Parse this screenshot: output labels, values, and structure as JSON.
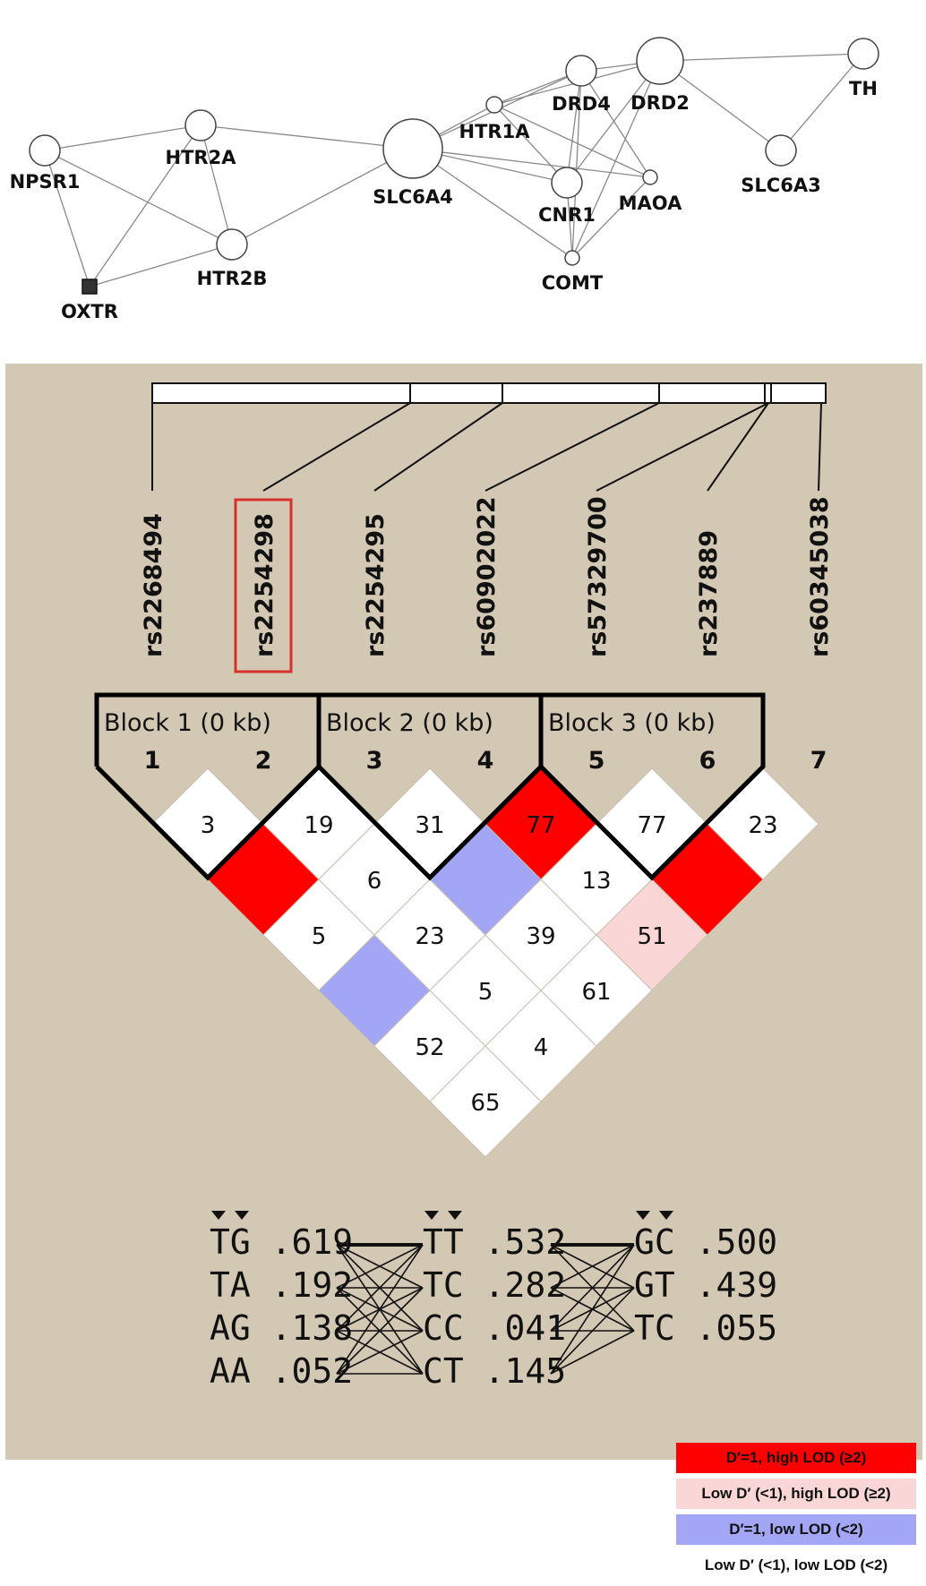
{
  "network": {
    "nodes": [
      {
        "id": "NPSR1",
        "label": "NPSR1"
      },
      {
        "id": "HTR2A",
        "label": "HTR2A"
      },
      {
        "id": "HTR2B",
        "label": "HTR2B"
      },
      {
        "id": "OXTR",
        "label": "OXTR"
      },
      {
        "id": "SLC6A4",
        "label": "SLC6A4"
      },
      {
        "id": "HTR1A",
        "label": "HTR1A"
      },
      {
        "id": "DRD4",
        "label": "DRD4"
      },
      {
        "id": "DRD2",
        "label": "DRD2"
      },
      {
        "id": "TH",
        "label": "TH"
      },
      {
        "id": "SLC6A3",
        "label": "SLC6A3"
      },
      {
        "id": "CNR1",
        "label": "CNR1"
      },
      {
        "id": "MAOA",
        "label": "MAOA"
      },
      {
        "id": "COMT",
        "label": "COMT"
      }
    ],
    "edges": [
      [
        "NPSR1",
        "HTR2A"
      ],
      [
        "NPSR1",
        "HTR2B"
      ],
      [
        "NPSR1",
        "OXTR"
      ],
      [
        "HTR2A",
        "OXTR"
      ],
      [
        "HTR2A",
        "HTR2B"
      ],
      [
        "HTR2A",
        "SLC6A4"
      ],
      [
        "OXTR",
        "HTR2B"
      ],
      [
        "HTR2B",
        "SLC6A4"
      ],
      [
        "SLC6A4",
        "HTR1A"
      ],
      [
        "SLC6A4",
        "CNR1"
      ],
      [
        "SLC6A4",
        "MAOA"
      ],
      [
        "SLC6A4",
        "COMT"
      ],
      [
        "HTR1A",
        "DRD4"
      ],
      [
        "HTR1A",
        "DRD2"
      ],
      [
        "HTR1A",
        "CNR1"
      ],
      [
        "HTR1A",
        "MAOA"
      ],
      [
        "DRD4",
        "DRD2"
      ],
      [
        "DRD4",
        "CNR1"
      ],
      [
        "DRD4",
        "COMT"
      ],
      [
        "DRD4",
        "MAOA"
      ],
      [
        "DRD2",
        "CNR1"
      ],
      [
        "DRD2",
        "COMT"
      ],
      [
        "DRD2",
        "TH"
      ],
      [
        "DRD2",
        "SLC6A3"
      ],
      [
        "TH",
        "SLC6A3"
      ],
      [
        "CNR1",
        "COMT"
      ],
      [
        "MAOA",
        "COMT"
      ],
      [
        "DRD4",
        "SLC6A4"
      ]
    ]
  },
  "snps": [
    "rs2268494",
    "rs2254298",
    "rs2254295",
    "rs60902022",
    "rs57329700",
    "rs237889",
    "rs60345038"
  ],
  "highlighted_snp": "rs2254298",
  "blocks": [
    {
      "label": "Block 1 (0 kb)"
    },
    {
      "label": "Block 2 (0 kb)"
    },
    {
      "label": "Block 3 (0 kb)"
    }
  ],
  "marker_indices": [
    "1",
    "2",
    "3",
    "4",
    "5",
    "6",
    "7"
  ],
  "ld_cells": [
    {
      "i": 1,
      "j": 2,
      "value": "3",
      "class": "white"
    },
    {
      "i": 1,
      "j": 3,
      "value": "",
      "class": "red"
    },
    {
      "i": 2,
      "j": 3,
      "value": "19",
      "class": "white"
    },
    {
      "i": 1,
      "j": 4,
      "value": "5",
      "class": "white"
    },
    {
      "i": 2,
      "j": 4,
      "value": "6",
      "class": "white"
    },
    {
      "i": 3,
      "j": 4,
      "value": "31",
      "class": "white"
    },
    {
      "i": 1,
      "j": 5,
      "value": "",
      "class": "blue"
    },
    {
      "i": 2,
      "j": 5,
      "value": "23",
      "class": "white"
    },
    {
      "i": 3,
      "j": 5,
      "value": "",
      "class": "blue"
    },
    {
      "i": 4,
      "j": 5,
      "value": "77",
      "class": "red"
    },
    {
      "i": 1,
      "j": 6,
      "value": "52",
      "class": "white"
    },
    {
      "i": 2,
      "j": 6,
      "value": "5",
      "class": "white"
    },
    {
      "i": 3,
      "j": 6,
      "value": "39",
      "class": "white"
    },
    {
      "i": 4,
      "j": 6,
      "value": "13",
      "class": "white"
    },
    {
      "i": 5,
      "j": 6,
      "value": "77",
      "class": "white"
    },
    {
      "i": 1,
      "j": 7,
      "value": "65",
      "class": "white"
    },
    {
      "i": 2,
      "j": 7,
      "value": "4",
      "class": "white"
    },
    {
      "i": 3,
      "j": 7,
      "value": "61",
      "class": "white"
    },
    {
      "i": 4,
      "j": 7,
      "value": "51",
      "class": "pink"
    },
    {
      "i": 5,
      "j": 7,
      "value": "",
      "class": "red"
    },
    {
      "i": 6,
      "j": 7,
      "value": "23",
      "class": "white"
    }
  ],
  "legend": [
    {
      "label": "D′=1, high LOD (≥2)",
      "color": "#ff0000"
    },
    {
      "label": "Low D′ (<1), high LOD (≥2)",
      "color": "#fbd6d6"
    },
    {
      "label": "D′=1, low LOD (<2)",
      "color": "#a2a6f4"
    },
    {
      "label": "Low D′ (<1), low LOD (<2)",
      "color": "#ffffff"
    }
  ],
  "haplotypes": [
    {
      "block": 1,
      "rows": [
        {
          "hap": "TG",
          "freq": ".619"
        },
        {
          "hap": "TA",
          "freq": ".192"
        },
        {
          "hap": "AG",
          "freq": ".138"
        },
        {
          "hap": "AA",
          "freq": ".052"
        }
      ]
    },
    {
      "block": 2,
      "rows": [
        {
          "hap": "TT",
          "freq": ".532"
        },
        {
          "hap": "TC",
          "freq": ".282"
        },
        {
          "hap": "CC",
          "freq": ".041"
        },
        {
          "hap": "CT",
          "freq": ".145"
        }
      ]
    },
    {
      "block": 3,
      "rows": [
        {
          "hap": "GC",
          "freq": ".500"
        },
        {
          "hap": "GT",
          "freq": ".439"
        },
        {
          "hap": "TC",
          "freq": ".055"
        }
      ]
    }
  ],
  "colors": {
    "panel_bg": "#d3c8b4",
    "red": "#ff0000",
    "pink": "#fbd6d6",
    "blue": "#a2a6f4",
    "white": "#ffffff",
    "highlight_box": "#d9302c"
  }
}
